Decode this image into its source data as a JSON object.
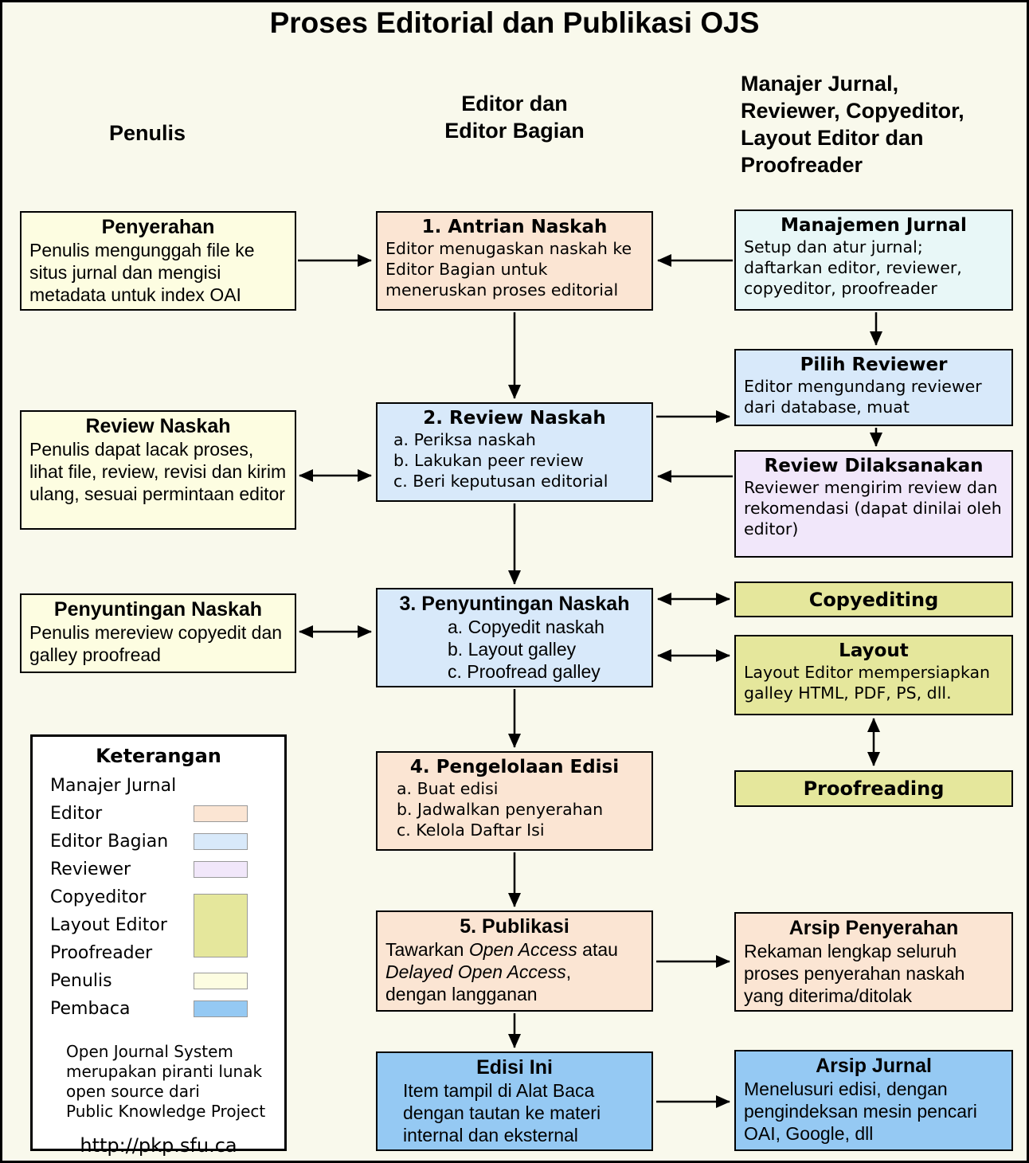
{
  "page": {
    "title": "Proses Editorial dan Publikasi OJS"
  },
  "headers": {
    "penulis": "Penulis",
    "editor_lines": [
      "Editor dan",
      "Editor Bagian"
    ],
    "manajer_lines": [
      "Manajer Jurnal,",
      "Reviewer, Copyeditor,",
      "Layout Editor dan",
      "Proofreader"
    ]
  },
  "boxes": {
    "penyerahan": {
      "title": "Penyerahan",
      "body": "Penulis mengunggah file ke situs jurnal dan mengisi metadata untuk index OAI"
    },
    "antrian": {
      "title": "1. Antrian Naskah",
      "body": "Editor menugaskan naskah ke Editor Bagian untuk meneruskan proses editorial"
    },
    "manajemen": {
      "title": "Manajemen Jurnal",
      "body": "Setup dan atur jurnal; daftarkan editor, reviewer, copyeditor, proofreader"
    },
    "pilih_reviewer": {
      "title": "Pilih Reviewer",
      "body": "Editor mengundang reviewer dari database, muat"
    },
    "review_naskah_penulis": {
      "title": "Review Naskah",
      "body": "Penulis dapat lacak proses, lihat file, review, revisi dan kirim ulang, sesuai permintaan editor"
    },
    "review_naskah": {
      "title": "2. Review Naskah",
      "items": [
        "a. Periksa naskah",
        "b. Lakukan peer review",
        "c. Beri keputusan editorial"
      ]
    },
    "review_dilaksanakan": {
      "title": "Review Dilaksanakan",
      "body": "Reviewer mengirim review dan rekomendasi (dapat dinilai oleh editor)"
    },
    "penyuntingan_penulis": {
      "title": "Penyuntingan Naskah",
      "body": "Penulis mereview copyedit dan galley proofread"
    },
    "penyuntingan": {
      "title": "3. Penyuntingan Naskah",
      "items": [
        "a. Copyedit naskah",
        "b. Layout galley",
        "c. Proofread galley"
      ]
    },
    "copyediting": {
      "title": "Copyediting"
    },
    "layout": {
      "title": "Layout",
      "body": "Layout Editor mempersiapkan galley HTML, PDF, PS, dll."
    },
    "proofreading": {
      "title": "Proofreading"
    },
    "pengelolaan": {
      "title": "4. Pengelolaan Edisi",
      "items": [
        "a. Buat edisi",
        "b. Jadwalkan penyerahan",
        "c. Kelola Daftar Isi"
      ]
    },
    "publikasi": {
      "title": "5. Publikasi",
      "body_lines": [
        [
          {
            "t": "Tawarkan ",
            "i": false
          },
          {
            "t": "Open Access",
            "i": true
          },
          {
            "t": " atau",
            "i": false
          }
        ],
        [
          {
            "t": "Delayed Open Access",
            "i": true
          },
          {
            "t": ",",
            "i": false
          }
        ],
        [
          {
            "t": "dengan langganan",
            "i": false
          }
        ]
      ]
    },
    "arsip_penyerahan": {
      "title": "Arsip Penyerahan",
      "body": "Rekaman lengkap seluruh proses penyerahan naskah yang diterima/ditolak"
    },
    "edisi_ini": {
      "title": "Edisi Ini",
      "body": "Item tampil di Alat Baca dengan tautan ke materi internal dan eksternal"
    },
    "arsip_jurnal": {
      "title": "Arsip Jurnal",
      "body": "Menelusuri edisi, dengan pengindeksan mesin pencari OAI, Google, dll"
    }
  },
  "legend": {
    "title": "Keterangan",
    "entries": [
      {
        "label": "Manajer Jurnal",
        "swatch": "none"
      },
      {
        "label": "Editor",
        "swatch": "editor"
      },
      {
        "label": "Editor Bagian",
        "swatch": "editor_bagian"
      },
      {
        "label": "Reviewer",
        "swatch": "reviewer"
      },
      {
        "label": "Copyeditor",
        "swatch": "olive"
      },
      {
        "label": "Layout Editor",
        "swatch": "olive"
      },
      {
        "label": "Proofreader",
        "swatch": "olive"
      },
      {
        "label": "Penulis",
        "swatch": "penulis"
      },
      {
        "label": "Pembaca",
        "swatch": "pembaca"
      }
    ],
    "footer_lines": [
      "Open Journal System",
      "merupakan piranti lunak",
      "open source dari",
      "Public Knowledge Project"
    ],
    "url": "http://pkp.sfu.ca"
  },
  "colors": {
    "page_bg": "#F9F9EC",
    "penulis": "#FDFDE1",
    "editor": "#FBE5D3",
    "editor_bagian": "#D8E9FA",
    "manajer": "#E8F7F7",
    "reviewer": "#F1E7FA",
    "olive": "#E5E79C",
    "pembaca": "#95C9F3",
    "border": "#000000"
  }
}
